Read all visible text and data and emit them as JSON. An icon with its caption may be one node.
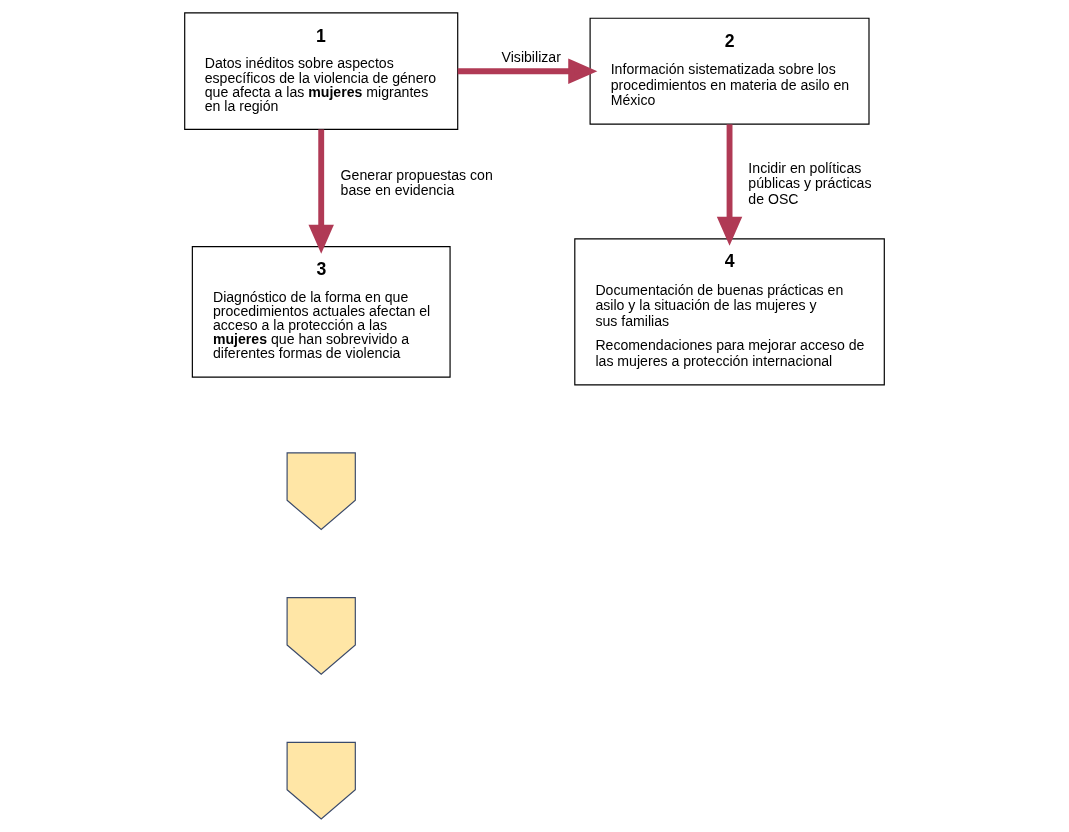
{
  "diagram": {
    "nodes": [
      {
        "text": [
          "1",
          "Datos inéditos sobre aspectos específicos de la violencia de género que afecta a las **mujeres** migrantes en la región"
        ]
      },
      {
        "text": [
          "2",
          "Información sistematizada sobre los procedimientos en materia de asilo en México"
        ]
      },
      {
        "text": [
          "3",
          "Diagnóstico de la forma en que procedimientos actuales afectan el acceso a la protección a las **mujeres** que han sobrevivido a diferentes formas de violencia"
        ]
      },
      {
        "text": [
          "4",
          "Documentación de buenas prácticas en asilo y la situación de las mujeres y sus familias",
          "Recomendaciones para mejorar acceso de las mujeres a protección internacional"
        ]
      },
      {
        "text": [],
        "shape": "arrow"
      },
      {
        "text": [],
        "shape": "arrow"
      },
      {
        "text": [],
        "shape": "arrow"
      }
    ],
    "edges": [
      {
        "from": 0,
        "to": 1,
        "arrow": "to",
        "label": "Visibilizar"
      },
      {
        "from": 0,
        "to": 2,
        "arrow": "to",
        "label": "Generar propuestas con base en evidencia"
      },
      {
        "from": 1,
        "to": 3,
        "arrow": "to",
        "label": "Incidir en políticas públicas y prácticas de OSC"
      }
    ]
  }
}
